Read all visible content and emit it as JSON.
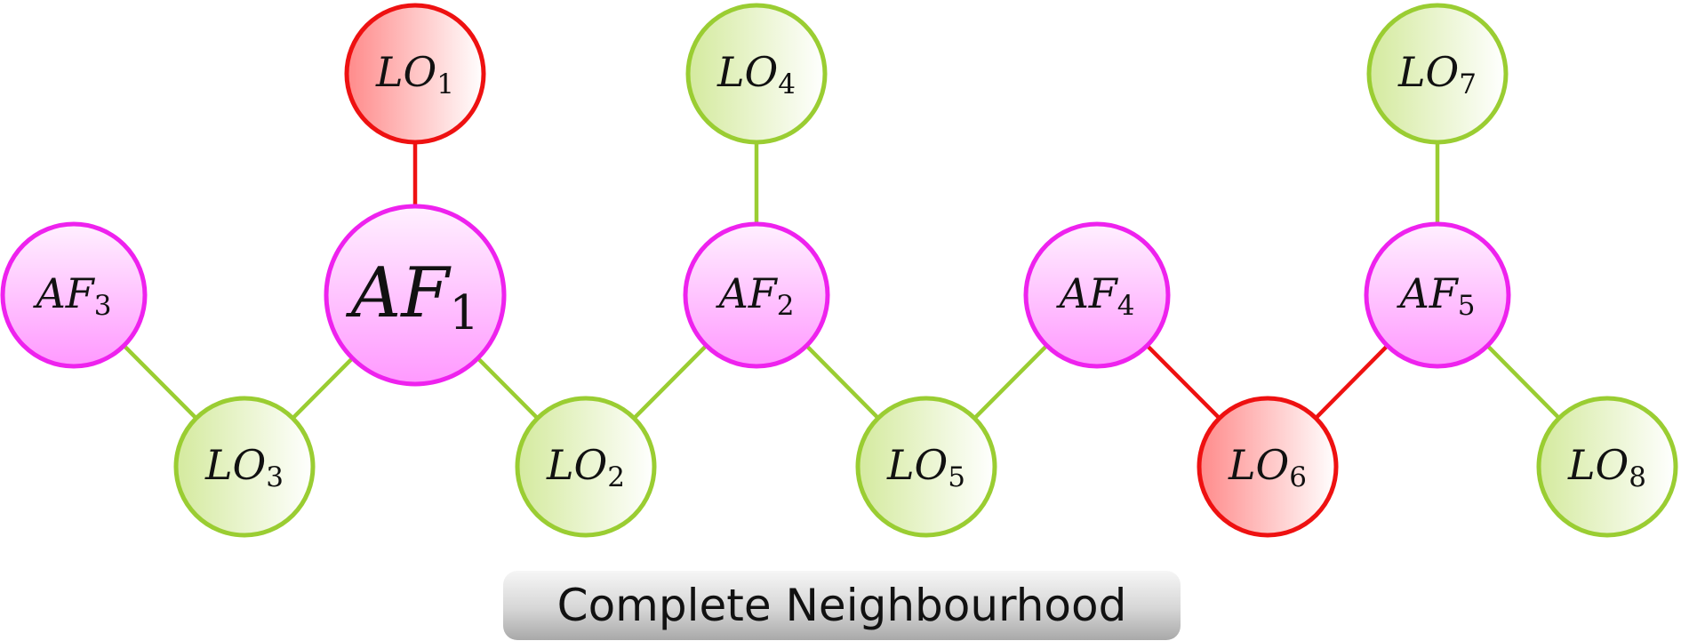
{
  "colors": {
    "af_stroke": "#ee22ee",
    "af_fill_top": "#fff0ff",
    "af_fill_bottom": "#ff99ff",
    "lo_stroke": "#9acd32",
    "lo_fill_start": "#d4ea9e",
    "lo_fill_end": "#ffffff",
    "lo_red_stroke": "#ee1111",
    "lo_red_fill_start": "#ff8a8a",
    "lo_red_fill_end": "#ffffff",
    "edge_green": "#9acd32",
    "edge_red": "#ee1111"
  },
  "nodes": [
    {
      "id": "AF1",
      "base": "AF",
      "sub": "1",
      "kind": "af",
      "size": "large"
    },
    {
      "id": "AF2",
      "base": "AF",
      "sub": "2",
      "kind": "af",
      "size": "normal"
    },
    {
      "id": "AF3",
      "base": "AF",
      "sub": "3",
      "kind": "af",
      "size": "normal"
    },
    {
      "id": "AF4",
      "base": "AF",
      "sub": "4",
      "kind": "af",
      "size": "normal"
    },
    {
      "id": "AF5",
      "base": "AF",
      "sub": "5",
      "kind": "af",
      "size": "normal"
    },
    {
      "id": "LO1",
      "base": "LO",
      "sub": "1",
      "kind": "lo",
      "highlight": "red"
    },
    {
      "id": "LO2",
      "base": "LO",
      "sub": "2",
      "kind": "lo",
      "highlight": "green"
    },
    {
      "id": "LO3",
      "base": "LO",
      "sub": "3",
      "kind": "lo",
      "highlight": "green"
    },
    {
      "id": "LO4",
      "base": "LO",
      "sub": "4",
      "kind": "lo",
      "highlight": "green"
    },
    {
      "id": "LO5",
      "base": "LO",
      "sub": "5",
      "kind": "lo",
      "highlight": "green"
    },
    {
      "id": "LO6",
      "base": "LO",
      "sub": "6",
      "kind": "lo",
      "highlight": "red"
    },
    {
      "id": "LO7",
      "base": "LO",
      "sub": "7",
      "kind": "lo",
      "highlight": "green"
    },
    {
      "id": "LO8",
      "base": "LO",
      "sub": "8",
      "kind": "lo",
      "highlight": "green"
    }
  ],
  "edges": [
    {
      "from": "AF1",
      "to": "LO1",
      "color": "red"
    },
    {
      "from": "AF3",
      "to": "LO3",
      "color": "green"
    },
    {
      "from": "AF1",
      "to": "LO3",
      "color": "green"
    },
    {
      "from": "AF1",
      "to": "LO2",
      "color": "green"
    },
    {
      "from": "AF2",
      "to": "LO2",
      "color": "green"
    },
    {
      "from": "AF2",
      "to": "LO4",
      "color": "green"
    },
    {
      "from": "AF2",
      "to": "LO5",
      "color": "green"
    },
    {
      "from": "AF4",
      "to": "LO5",
      "color": "green"
    },
    {
      "from": "AF4",
      "to": "LO6",
      "color": "red"
    },
    {
      "from": "AF5",
      "to": "LO6",
      "color": "red"
    },
    {
      "from": "AF5",
      "to": "LO7",
      "color": "green"
    },
    {
      "from": "AF5",
      "to": "LO8",
      "color": "green"
    }
  ],
  "caption": {
    "text": "Complete Neighbourhood"
  }
}
